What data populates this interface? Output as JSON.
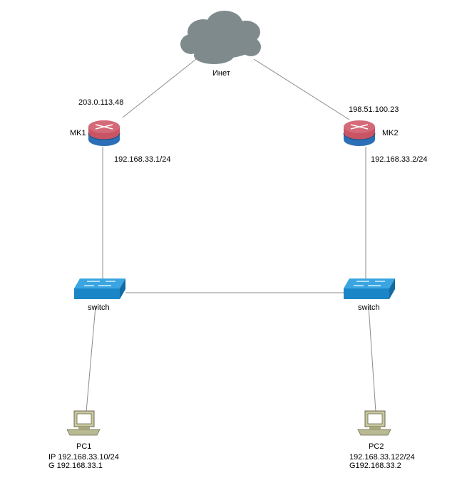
{
  "cloud": {
    "label": "Инет"
  },
  "routers": {
    "mk1": {
      "name": "MK1",
      "wan_ip": "203.0.113.48",
      "lan_ip": "192.168.33.1/24"
    },
    "mk2": {
      "name": "MK2",
      "wan_ip": "198.51.100.23",
      "lan_ip": "192.168.33.2/24"
    }
  },
  "switches": {
    "sw1": {
      "label": "switch"
    },
    "sw2": {
      "label": "switch"
    }
  },
  "pcs": {
    "pc1": {
      "name": "PC1",
      "line1": "IP 192.168.33.10/24",
      "line2": "G 192.168.33.1"
    },
    "pc2": {
      "name": "PC2",
      "line1": "192.168.33.122/24",
      "line2": "G192.168.33.2"
    }
  },
  "colors": {
    "cloud": "#7f8c8d",
    "router_top": "#c0505f",
    "router_body": "#2a6db5",
    "switch": "#1e8fd0",
    "pc": "#b8b890",
    "link": "#808080"
  }
}
